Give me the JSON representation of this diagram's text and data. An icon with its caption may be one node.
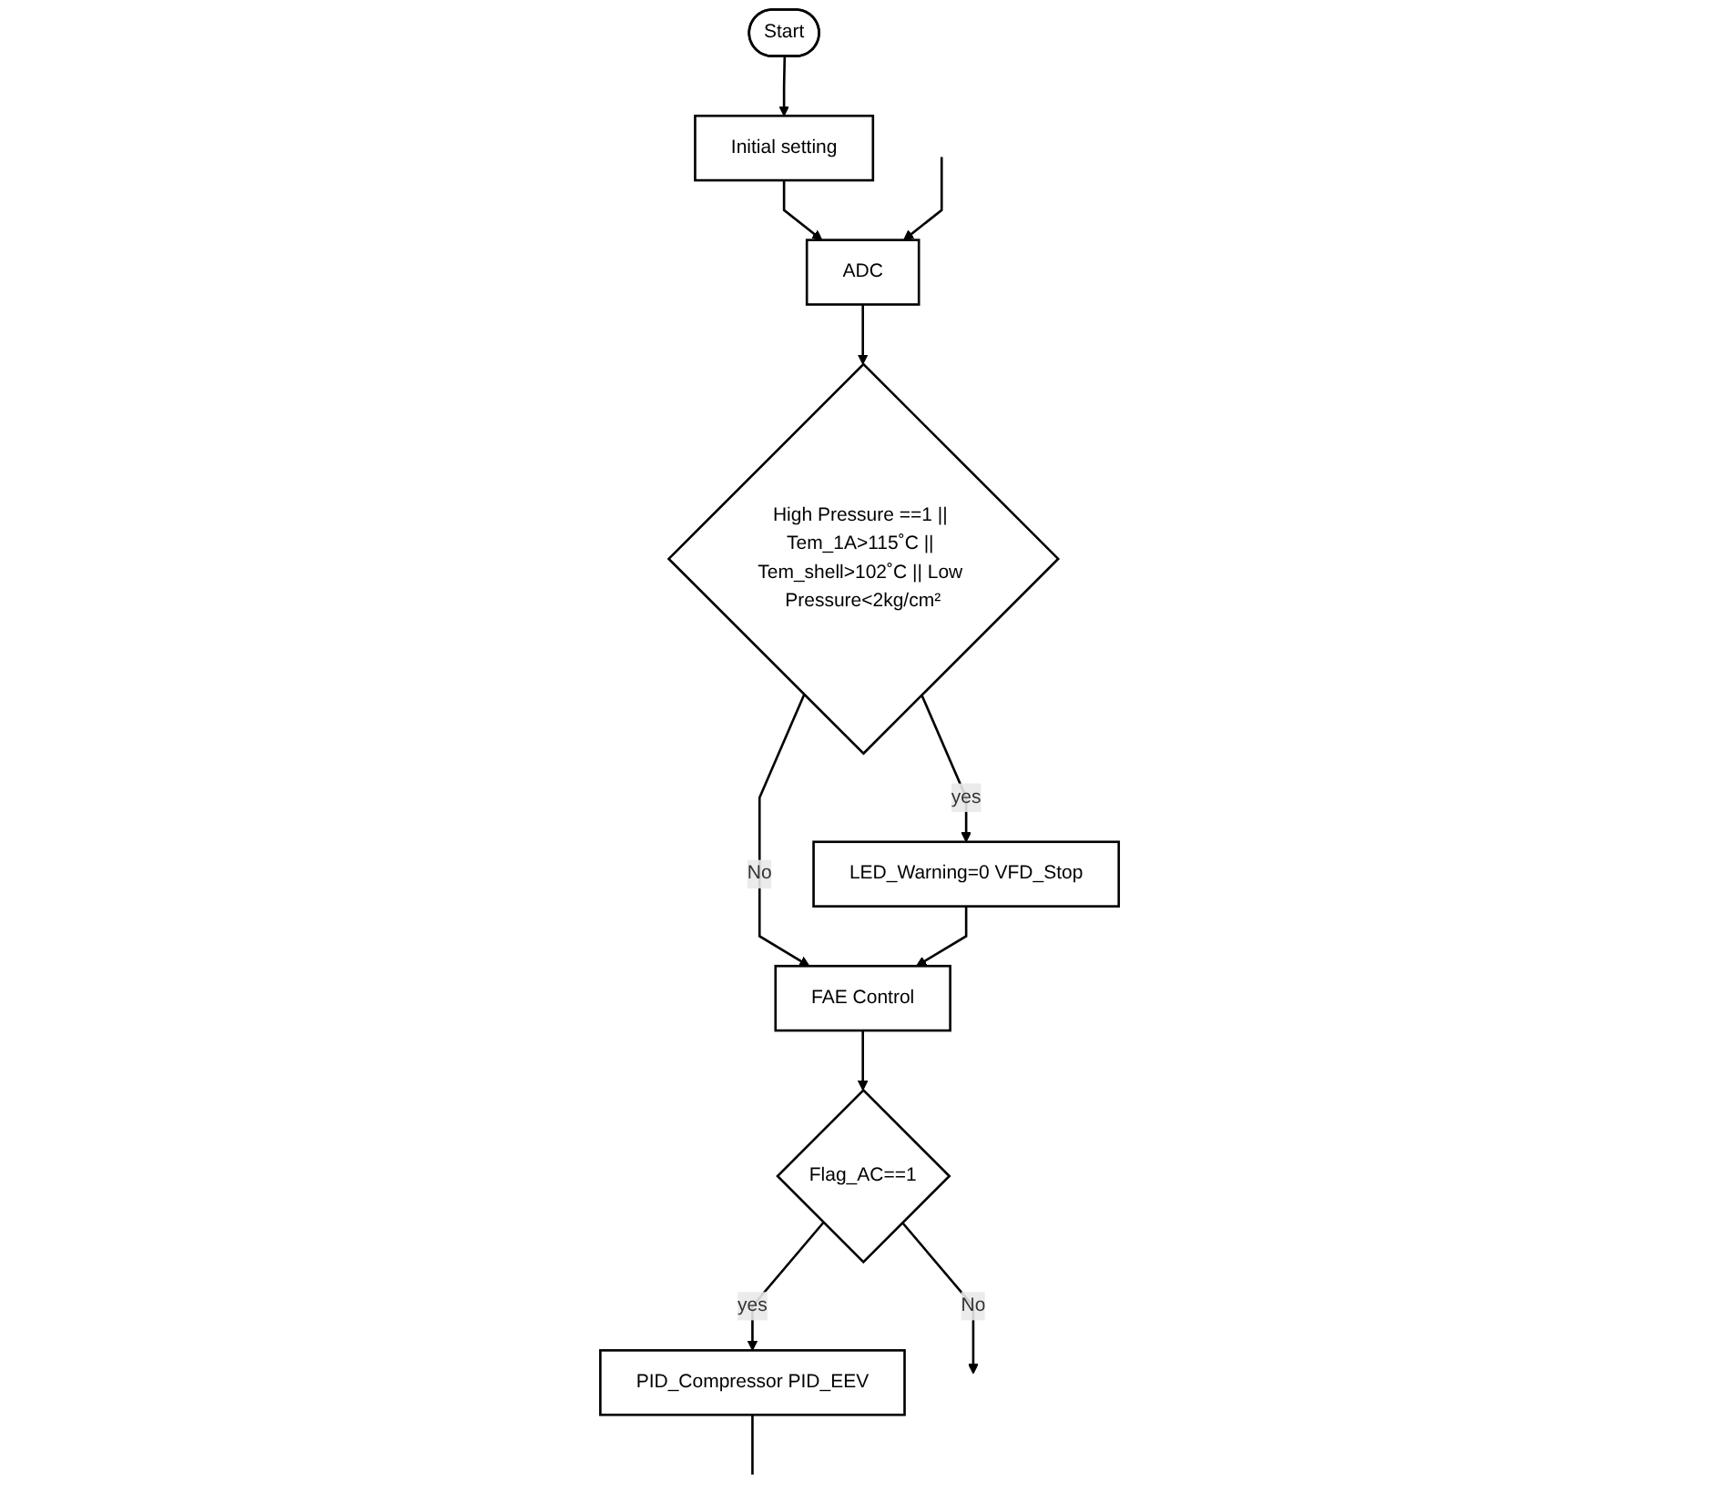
{
  "diagram": {
    "nodes": [
      {
        "text": [
          "Start"
        ]
      },
      {
        "text": [
          "Initial setting"
        ]
      },
      {
        "text": [
          "ADC"
        ]
      },
      {
        "text": [
          "High Pressure ==1 || Tem_1A>115˚C || Tem_shell>102˚C || Low Pressure<2kg/cm²"
        ]
      },
      {
        "text": [
          "LED_Warning=0 VFD_Stop"
        ]
      },
      {
        "text": [
          "FAE Control"
        ]
      },
      {
        "text": [
          "Flag_AC==1"
        ]
      },
      {
        "text": [
          "PID_Compressor PID_EEV"
        ]
      }
    ],
    "edges": [
      {
        "from": 0,
        "to": 1,
        "arrow": "to"
      },
      {
        "from": 1,
        "to": 2,
        "arrow": "to"
      },
      {
        "from": null,
        "to": 2,
        "arrow": "to"
      },
      {
        "from": 2,
        "to": 3,
        "arrow": "to"
      },
      {
        "from": 3,
        "to": 5,
        "label": "No",
        "arrow": "to"
      },
      {
        "from": 3,
        "to": 4,
        "label": "yes",
        "arrow": "to"
      },
      {
        "from": 4,
        "to": 5,
        "arrow": "to"
      },
      {
        "from": 5,
        "to": 6,
        "arrow": "to"
      },
      {
        "from": 6,
        "to": null,
        "label": "No",
        "arrow": "to"
      },
      {
        "from": 6,
        "to": 7,
        "label": "yes",
        "arrow": "to"
      },
      {
        "from": 7,
        "to": null,
        "arrow": "none"
      }
    ]
  }
}
